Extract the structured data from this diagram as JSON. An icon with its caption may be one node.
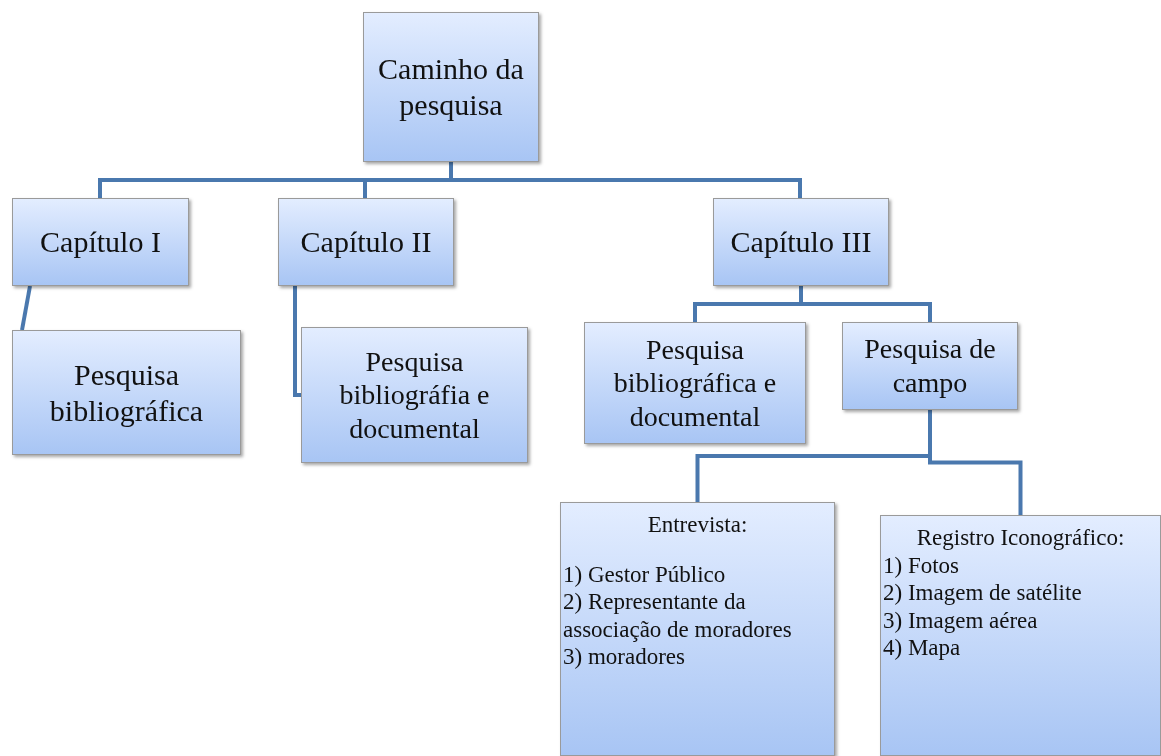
{
  "diagram": {
    "nodes": [
      {
        "text": [
          "Caminho da pesquisa"
        ]
      },
      {
        "text": [
          "Capítulo I"
        ]
      },
      {
        "text": [
          "Capítulo II"
        ]
      },
      {
        "text": [
          "Capítulo III"
        ]
      },
      {
        "text": [
          "Pesquisa bibliográfica"
        ]
      },
      {
        "text": [
          "Pesquisa bibliográfia e documental"
        ]
      },
      {
        "text": [
          "Pesquisa bibliográfica e documental"
        ]
      },
      {
        "text": [
          "Pesquisa de campo"
        ]
      },
      {
        "text": [
          "Entrevista:",
          "1) Gestor Público",
          "2) Representante da associação de moradores",
          "3) moradores"
        ]
      },
      {
        "text": [
          "Registro Iconográfico:",
          "1) Fotos",
          "2) Imagem de satélite",
          "3) Imagem aérea",
          "4) Mapa"
        ]
      }
    ],
    "edges": [
      {
        "from": 0,
        "to": 1,
        "arrow": "none"
      },
      {
        "from": 0,
        "to": 2,
        "arrow": "none"
      },
      {
        "from": 0,
        "to": 3,
        "arrow": "none"
      },
      {
        "from": 1,
        "to": 4,
        "arrow": "none"
      },
      {
        "from": 2,
        "to": 5,
        "arrow": "none"
      },
      {
        "from": 3,
        "to": 6,
        "arrow": "none"
      },
      {
        "from": 3,
        "to": 7,
        "arrow": "none"
      },
      {
        "from": 7,
        "to": 8,
        "arrow": "none"
      },
      {
        "from": 7,
        "to": 9,
        "arrow": "none"
      }
    ]
  }
}
